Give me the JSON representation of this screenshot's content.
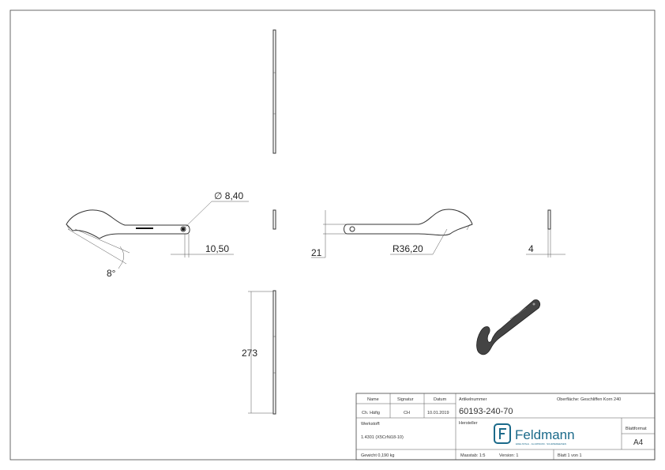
{
  "dimensions": {
    "diameter": "∅ 8,40",
    "offset": "10,50",
    "angle": "8°",
    "height": "21",
    "radius": "R36,20",
    "thickness": "4",
    "length": "273"
  },
  "title_block": {
    "headers": {
      "name": "Name",
      "signature": "Signatur",
      "date": "Datum"
    },
    "drawn_by": {
      "name": "Ch. Häfig",
      "signature": "CH",
      "date": "10.01.2019"
    },
    "article_label": "Artikelnummer",
    "article_number": "60193-240-70",
    "surface": "Oberfläche: Geschliffen Korn 240",
    "material_label": "Werkstoff:",
    "material_value": "1.4301 (X5CrNi18-10)",
    "manufacturer_label": "Hersteller",
    "logo_text": "Feldmann",
    "logo_subtext": "EDELSTAHL · ALUMINIUM · SCHMIEDEEISEN",
    "format_label": "Blattformat",
    "format_value": "A4",
    "weight": "Gewicht 0,190 kg",
    "scale": "Masstab: 1:5",
    "version": "Version: 1",
    "sheet": "Blatt 1 von 1"
  }
}
